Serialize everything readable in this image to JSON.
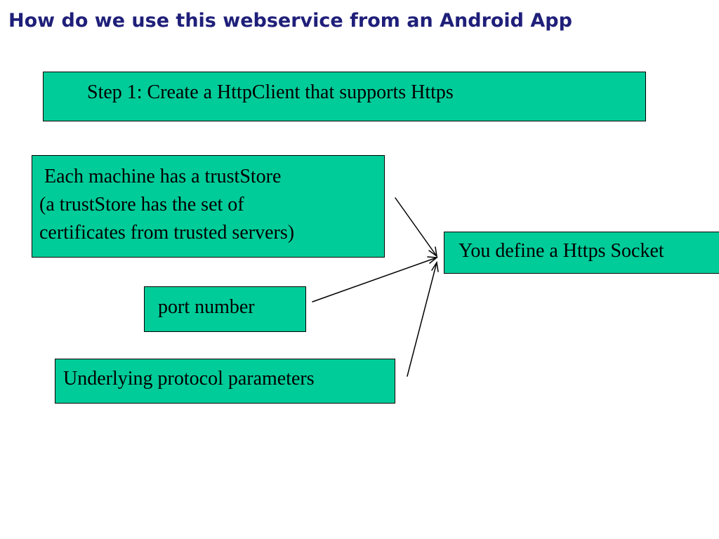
{
  "title": "How do we use this webservice from an Android App",
  "colors": {
    "title": "#1f1f7a",
    "box_fill": "#00cc99",
    "border": "#000000",
    "arrow": "#000000"
  },
  "step1": {
    "text": "Step 1: Create a HttpClient that supports Https"
  },
  "truststore": {
    "lines": [
      " Each machine has a trustStore",
      "(a trustStore has the set of",
      "certificates from trusted servers)"
    ]
  },
  "socket": {
    "text": "You define a Https Socket"
  },
  "port": {
    "text": "port number"
  },
  "protocol": {
    "text": "Underlying protocol parameters"
  }
}
